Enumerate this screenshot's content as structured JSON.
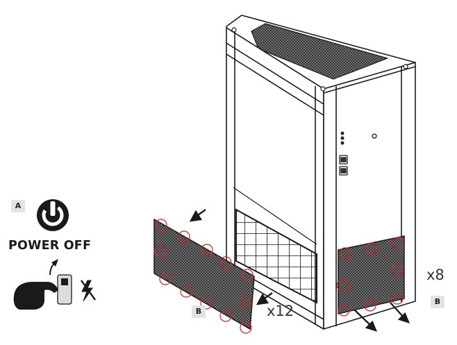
{
  "step_a": {
    "badge": "A",
    "label": "POWER OFF"
  },
  "front_filter": {
    "badge": "B",
    "screw_count": "x12"
  },
  "side_filter": {
    "badge": "B",
    "screw_count": "x8"
  },
  "icons": [
    "power-icon",
    "hand-switch-icon",
    "no-power-icon",
    "arrow-icon"
  ],
  "colors": {
    "outline": "#1a1a1a",
    "screw_marker": "#d81e1e",
    "badge_bg": "#e3e3e3"
  }
}
